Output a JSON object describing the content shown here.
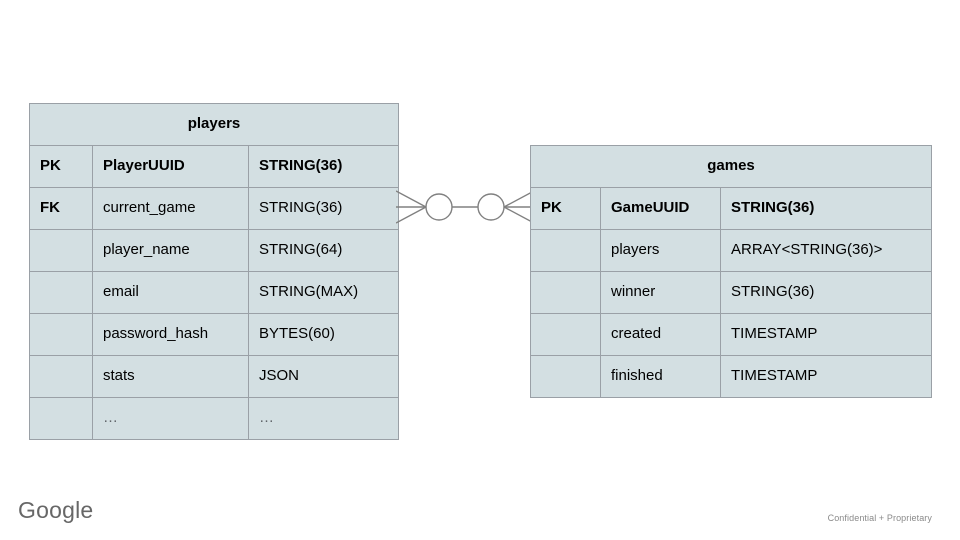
{
  "diagram": {
    "type": "entity-relationship",
    "notation": "crows-foot",
    "palette": {
      "entity_fill": "#d3dfe2",
      "entity_border": "#9aa0a6",
      "connector": "#808080",
      "background": "#ffffff",
      "text": "#000000"
    },
    "entities": [
      {
        "name": "players",
        "title": "players",
        "columns": [
          {
            "key": "PK",
            "field": "PlayerUUID",
            "type": "STRING(36)",
            "emphasis": true
          },
          {
            "key": "FK",
            "field": "current_game",
            "type": "STRING(36)",
            "emphasis": false
          },
          {
            "key": "",
            "field": "player_name",
            "type": "STRING(64)",
            "emphasis": false
          },
          {
            "key": "",
            "field": "email",
            "type": "STRING(MAX)",
            "emphasis": false
          },
          {
            "key": "",
            "field": "password_hash",
            "type": "BYTES(60)",
            "emphasis": false
          },
          {
            "key": "",
            "field": "stats",
            "type": "JSON",
            "emphasis": false
          },
          {
            "key": "",
            "field": "…",
            "type": "…",
            "emphasis": false
          }
        ]
      },
      {
        "name": "games",
        "title": "games",
        "columns": [
          {
            "key": "PK",
            "field": "GameUUID",
            "type": "STRING(36)",
            "emphasis": true
          },
          {
            "key": "",
            "field": "players",
            "type": "ARRAY<STRING(36)>",
            "emphasis": false
          },
          {
            "key": "",
            "field": "winner",
            "type": "STRING(36)",
            "emphasis": false
          },
          {
            "key": "",
            "field": "created",
            "type": "TIMESTAMP",
            "emphasis": false
          },
          {
            "key": "",
            "field": "finished",
            "type": "TIMESTAMP",
            "emphasis": false
          }
        ]
      }
    ],
    "relationship": {
      "from_entity": "players",
      "from_field": "current_game",
      "to_entity": "games",
      "to_field": "GameUUID",
      "left_cardinality": "zero-or-many",
      "right_cardinality": "zero-or-many"
    }
  },
  "footer": {
    "logo_text": "Google",
    "confidentiality": "Confidential + Proprietary"
  }
}
